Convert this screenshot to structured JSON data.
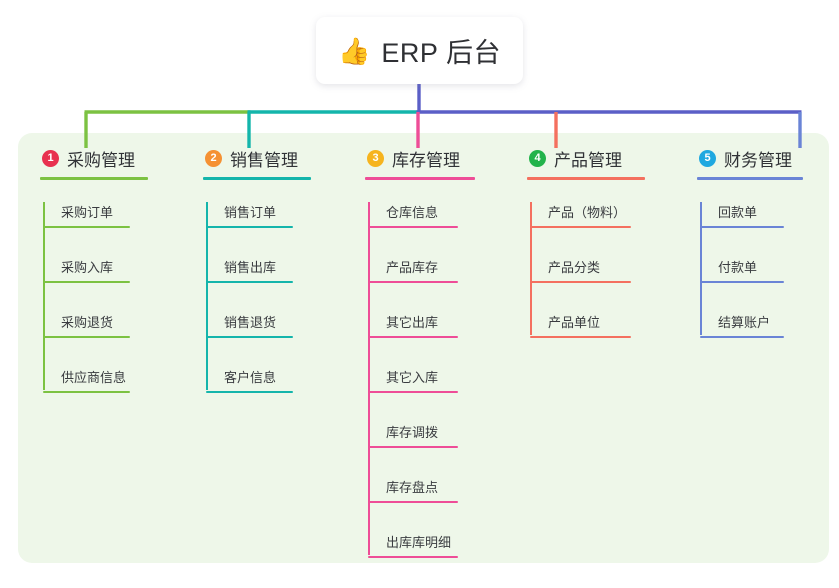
{
  "root": {
    "icon": "thumbs-up-emoji",
    "emoji": "👍",
    "title": "ERP 后台"
  },
  "theme": {
    "panel_bg": "#eef7e9",
    "page_bg": "#ffffff",
    "root_stem": "#5b5fc7",
    "title_color": "#303236",
    "leaf_color": "#3a3c40"
  },
  "branches": [
    {
      "number": "1",
      "title": "采购管理",
      "badge_color": "#e8314f",
      "line_color": "#7cc242",
      "leaves": [
        {
          "label": "采购订单"
        },
        {
          "label": "采购入库"
        },
        {
          "label": "采购退货"
        },
        {
          "label": "供应商信息"
        }
      ]
    },
    {
      "number": "2",
      "title": "销售管理",
      "badge_color": "#f59133",
      "line_color": "#14b5ab",
      "leaves": [
        {
          "label": "销售订单"
        },
        {
          "label": "销售出库"
        },
        {
          "label": "销售退货"
        },
        {
          "label": "客户信息"
        }
      ]
    },
    {
      "number": "3",
      "title": "库存管理",
      "badge_color": "#f6b41e",
      "line_color": "#ee4d97",
      "leaves": [
        {
          "label": "仓库信息"
        },
        {
          "label": "产品库存"
        },
        {
          "label": "其它出库"
        },
        {
          "label": "其它入库"
        },
        {
          "label": "库存调拨"
        },
        {
          "label": "库存盘点"
        },
        {
          "label": "出库库明细"
        }
      ]
    },
    {
      "number": "4",
      "title": "产品管理",
      "badge_color": "#22b34b",
      "line_color": "#f4705f",
      "leaves": [
        {
          "label": "产品（物料）"
        },
        {
          "label": "产品分类"
        },
        {
          "label": "产品单位"
        }
      ]
    },
    {
      "number": "5",
      "title": "财务管理",
      "badge_color": "#1fa8e0",
      "line_color": "#6a84d6",
      "leaves": [
        {
          "label": "回款单"
        },
        {
          "label": "付款单"
        },
        {
          "label": "结算账户"
        }
      ]
    }
  ]
}
